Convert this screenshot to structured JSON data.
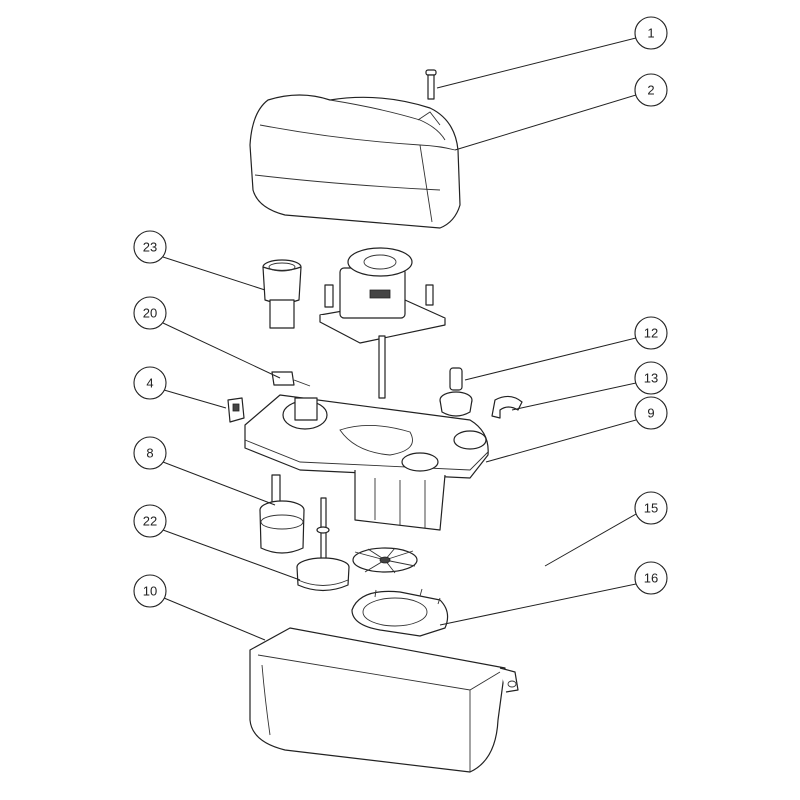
{
  "diagram": {
    "callouts": [
      {
        "id": "1",
        "label": "1"
      },
      {
        "id": "2",
        "label": "2"
      },
      {
        "id": "23",
        "label": "23"
      },
      {
        "id": "20",
        "label": "20"
      },
      {
        "id": "12",
        "label": "12"
      },
      {
        "id": "13",
        "label": "13"
      },
      {
        "id": "4",
        "label": "4"
      },
      {
        "id": "9",
        "label": "9"
      },
      {
        "id": "8",
        "label": "8"
      },
      {
        "id": "15",
        "label": "15"
      },
      {
        "id": "22",
        "label": "22"
      },
      {
        "id": "16",
        "label": "16"
      },
      {
        "id": "10",
        "label": "10"
      }
    ]
  }
}
